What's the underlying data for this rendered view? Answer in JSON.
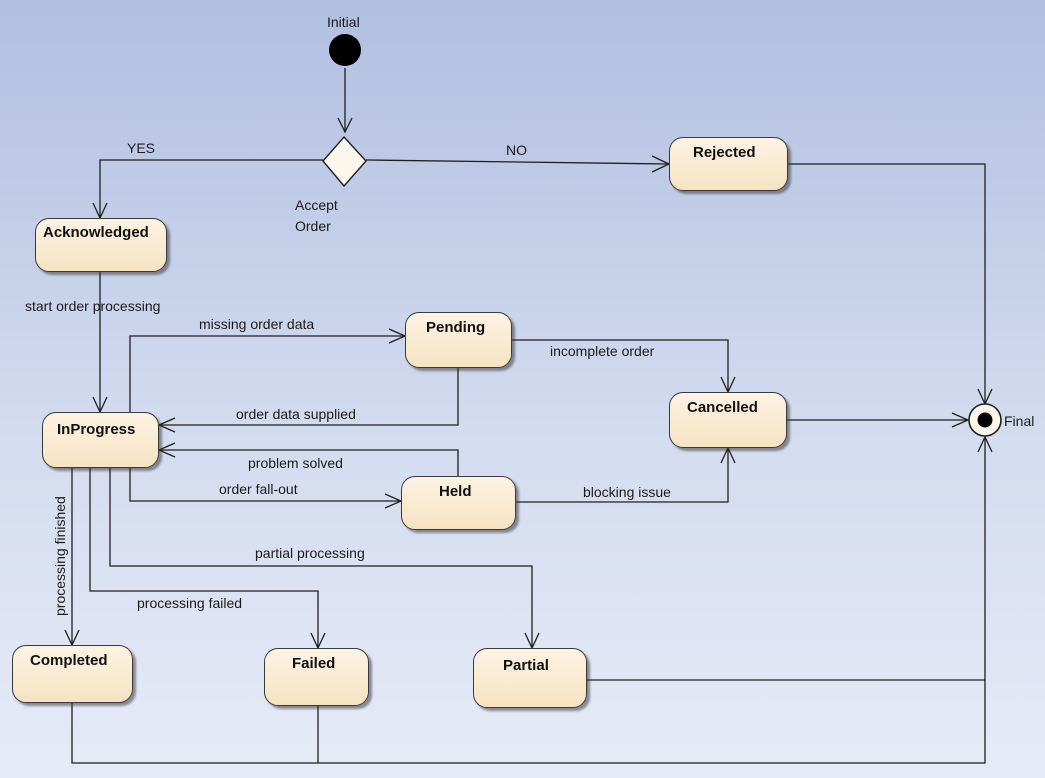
{
  "diagram": {
    "initial_label": "Initial",
    "final_label": "Final",
    "decision_label_line1": "Accept",
    "decision_label_line2": "Order",
    "states": {
      "acknowledged": "Acknowledged",
      "rejected": "Rejected",
      "pending": "Pending",
      "inprogress": "InProgress",
      "cancelled": "Cancelled",
      "held": "Held",
      "completed": "Completed",
      "failed": "Failed",
      "partial": "Partial"
    },
    "transitions": {
      "yes": "YES",
      "no": "NO",
      "start_processing": "start order processing",
      "missing_data": "missing order data",
      "incomplete_order": "incomplete order",
      "data_supplied": "order data supplied",
      "problem_solved": "problem solved",
      "fall_out": "order fall-out",
      "blocking_issue": "blocking issue",
      "partial_processing": "partial processing",
      "processing_failed": "processing failed",
      "processing_finished": "processing finished"
    },
    "colors": {
      "state_fill_top": "#fdf3e3",
      "state_fill_bottom": "#f6e3c3",
      "background_top": "#b1bfe0",
      "background_bottom": "#e6ebf7",
      "line": "#1f1f1f"
    }
  }
}
